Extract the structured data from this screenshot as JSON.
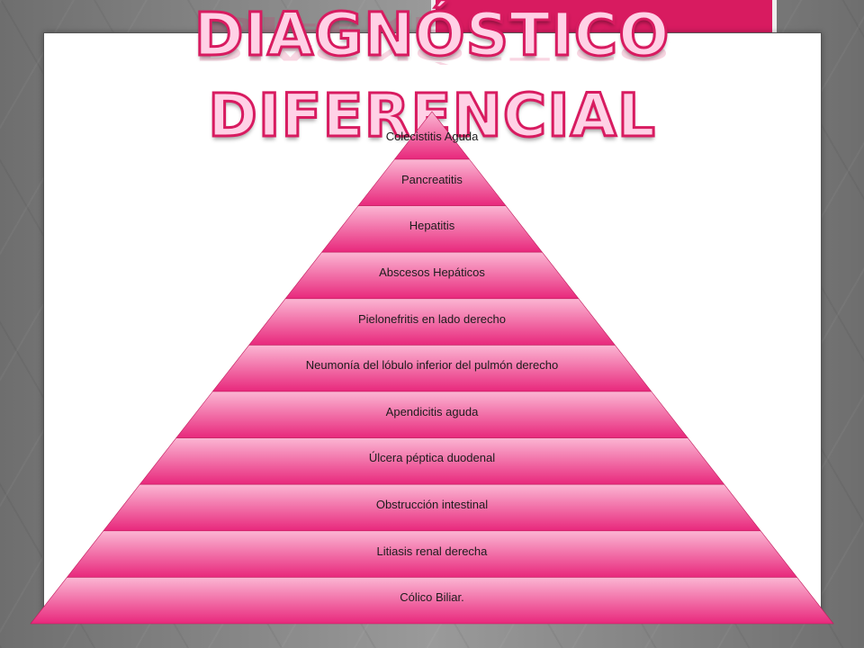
{
  "slide": {
    "title": "DIAGNÓSTICO DIFERENCIAL"
  },
  "colors": {
    "accent": "#d81b60",
    "level_top": "#f9a8cb",
    "level_bottom": "#e8287c",
    "title_fill": "#ffd1e6"
  },
  "pyramid": {
    "levels": [
      {
        "label": "Colecistitis Aguda"
      },
      {
        "label": "Pancreatitis"
      },
      {
        "label": "Hepatitis"
      },
      {
        "label": "Abscesos Hepáticos"
      },
      {
        "label": "Pielonefritis en lado derecho"
      },
      {
        "label": "Neumonía del lóbulo inferior del pulmón derecho"
      },
      {
        "label": "Apendicitis aguda"
      },
      {
        "label": "Úlcera péptica duodenal"
      },
      {
        "label": "Obstrucción intestinal"
      },
      {
        "label": "Litiasis renal derecha"
      },
      {
        "label": "Cólico Biliar."
      }
    ]
  }
}
